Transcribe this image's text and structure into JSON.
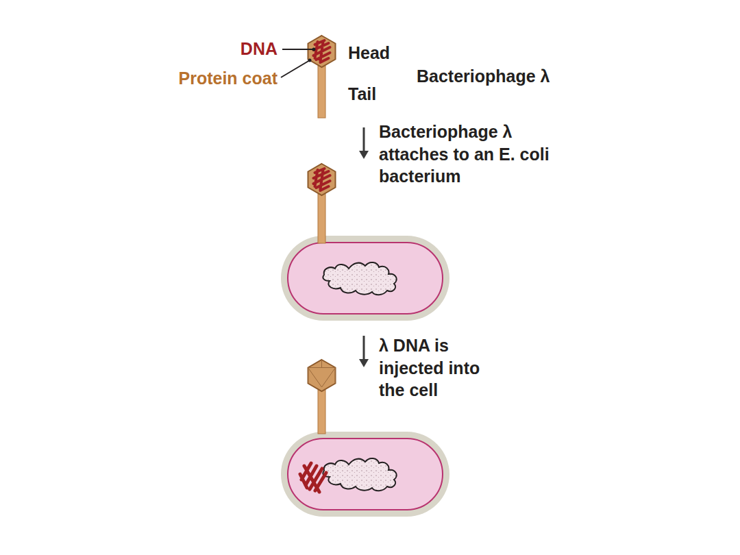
{
  "diagram": {
    "labels": [
      "DNA",
      "Protein coat",
      "Head",
      "Tail",
      "Bacteriophage λ",
      "Bacteriophage λ attaches to an E. coli bacterium",
      "λ DNA is injected into the cell"
    ]
  }
}
